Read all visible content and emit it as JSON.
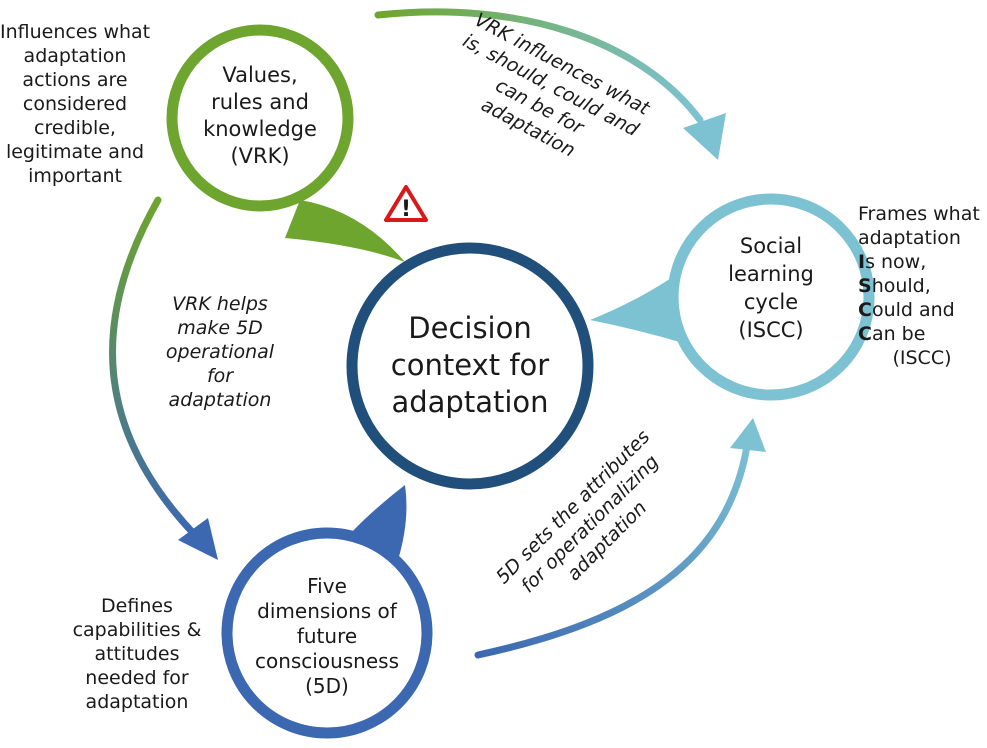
{
  "nodes": {
    "vrk": {
      "lines": [
        "Values,",
        "rules and",
        "knowledge",
        "(VRK)"
      ],
      "color": "#6ea52e"
    },
    "iscc": {
      "lines": [
        "Social",
        "learning",
        "cycle",
        "(ISCC)"
      ],
      "color": "#7cc2d3"
    },
    "fived": {
      "lines": [
        "Five",
        "dimensions of",
        "future",
        "consciousness",
        "(5D)"
      ],
      "color": "#3b68b0"
    },
    "center": {
      "lines": [
        "Decision",
        "context for",
        "adaptation"
      ],
      "color": "#1f4f7a"
    }
  },
  "edge_labels": {
    "vrk_to_iscc": [
      "VRK influences what",
      "is, should, could and",
      "can be for",
      "adaptation"
    ],
    "vrk_to_5d": [
      "VRK helps",
      "make 5D",
      "operational",
      "for",
      "adaptation"
    ],
    "fived_to_iscc": [
      "5D sets the attributes",
      "for operationalizing",
      "adaptation"
    ]
  },
  "side_notes": {
    "vrk": [
      "Influences what",
      "adaptation",
      "actions are",
      "considered",
      "credible,",
      "legitimate and",
      "important"
    ],
    "fived": [
      "Defines",
      "capabilities &",
      "attitudes",
      "needed for",
      "adaptation"
    ],
    "iscc": {
      "line1": "Frames what",
      "line2": "adaptation",
      "i_bold": "I",
      "i_rest": "s now,",
      "s_bold": "S",
      "s_rest": "hould,",
      "c1_bold": "C",
      "c1_rest": "ould and",
      "c2_bold": "C",
      "c2_rest": "an be",
      "line7": "(ISCC)"
    }
  },
  "warning_icon": {
    "name": "warning-icon",
    "symbol": "!",
    "color": "#d7191c"
  },
  "colors": {
    "vrk": "#6ea52e",
    "iscc": "#7cc2d3",
    "fived": "#3b68b0",
    "center": "#1f4f7a"
  }
}
